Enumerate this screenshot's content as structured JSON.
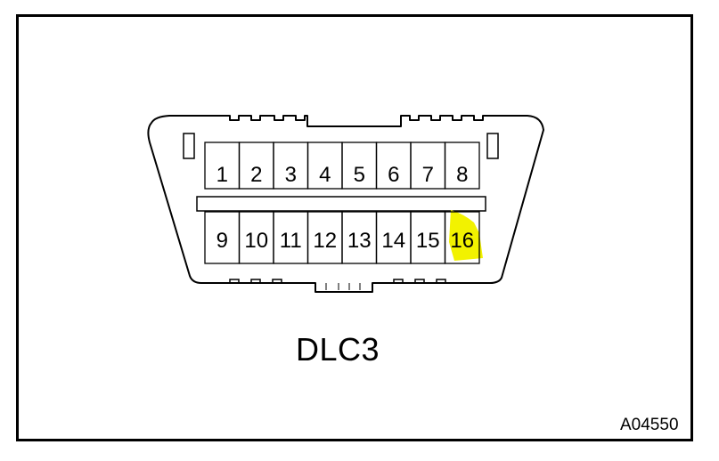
{
  "diagram": {
    "title": "DLC3",
    "reference": "A04550",
    "highlight_color": "#f2f200",
    "highlighted_pin": "16",
    "top_row": [
      "1",
      "2",
      "3",
      "4",
      "5",
      "6",
      "7",
      "8"
    ],
    "bottom_row": [
      "9",
      "10",
      "11",
      "12",
      "13",
      "14",
      "15",
      "16"
    ]
  }
}
